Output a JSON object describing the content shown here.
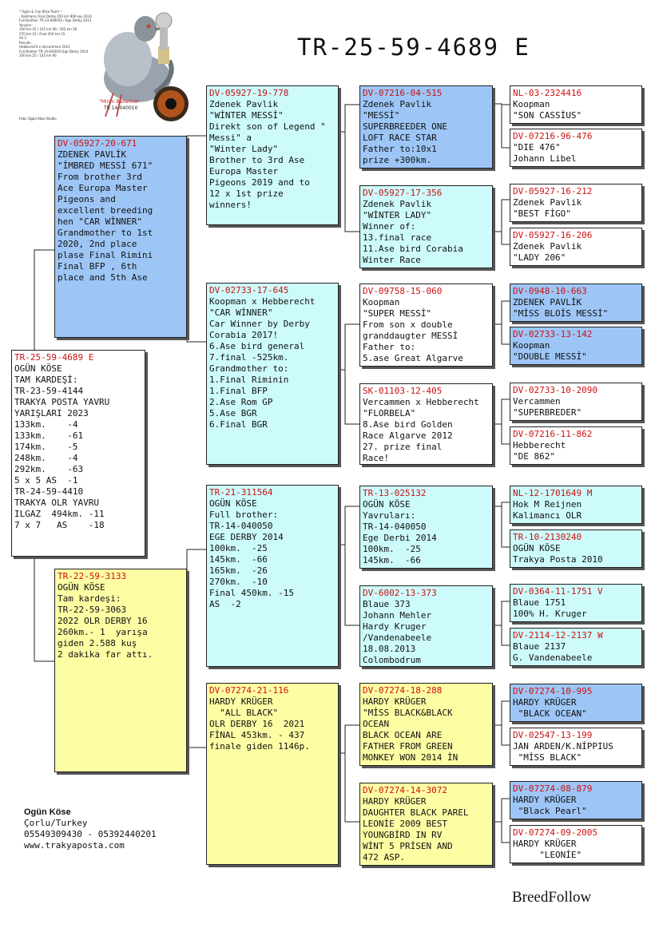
{
  "title": "TR-25-59-4689 E",
  "photo": {
    "caption_lines": [
      "* Ogün & Can Köse Team *",
      "- Kalimancı Final Derby 450 km 800 kuş 2014",
      "Full Brother: TR-14-040050 / Ege Derby 2013",
      "Yarışları:",
      "100 km 25 / 145 km 66 / 165 km 26",
      "270 km 10 / Final 450 km 15",
      "AS 2",
      "Results:",
      "Hebberecht x Vercammen 2012",
      "Full Brother TR-14-040050 Ege Derby 2014",
      "100 km 25 / 145 km 66"
    ],
    "ring_label": "\"Mirim Ballerina\"",
    "ring_number": "TR 14-040010",
    "credit": "Foto: Ogün Köse Studio"
  },
  "pedigree": {
    "gen1": {
      "code": "TR-25-59-4689 E",
      "lines": [
        "OGÜN KÖSE",
        "TAM KARDEŞİ:",
        "TR-23-59-4144",
        "TRAKYA POSTA YAVRU",
        "YARIŞLARI 2023",
        "133km.    -4",
        "133km.    -61",
        "174km.    -5",
        "248km.    -4",
        "292km.    -63",
        "5 x 5 AS  -1",
        "TR-24-59-4410",
        "TRAKYA OLR YAVRU",
        "ILGAZ  494km. -11",
        "7 x 7   AS    -18"
      ]
    },
    "sire": {
      "code": "DV-05927-20-671",
      "lines": [
        "ZDENEK PAVLİK",
        "\"İMBRED MESSİ 671\"",
        "From brother 3rd",
        "Ace Europa Master",
        "Pigeons and",
        "excellent breeding",
        "hen \"CAR WİNNER\"",
        "Grandmother to 1st",
        "2020, 2nd place",
        "plase Final Rimini",
        "Final BFP , 6th",
        "place and 5th Ase"
      ]
    },
    "dam": {
      "code": "TR-22-59-3133",
      "lines": [
        "OGÜN KÖSE",
        "Tam kardeşi:",
        "TR-22-59-3063",
        "2022 OLR DERBY 16",
        "260km.- 1  yarışa",
        "giden 2.588 kuş",
        "2 dakika far attı."
      ]
    },
    "ss": {
      "code": "DV-05927-19-778",
      "lines": [
        "Zdenek Pavlik",
        "\"WİNTER MESSİ\"",
        "Direkt son of Legend \"",
        "Messi\" a",
        "\"Winter Lady\"",
        "Brother to 3rd Ase",
        "Europa Master",
        "Pigeons 2019 and to",
        "12 x 1st prize",
        "winners!"
      ]
    },
    "sd": {
      "code": "DV-02733-17-645",
      "lines": [
        "Koopman x Hebberecht",
        "\"CAR WİNNER\"",
        "Car Winner by Derby",
        "Corabia 2017!",
        "6.Ase bird general",
        "7.final -525km.",
        "Grandmother to:",
        "1.Final Riminin",
        "1.Final BFP",
        "2.Ase Rom GP",
        "5.Ase BGR",
        "6.Final BGR"
      ]
    },
    "ds": {
      "code": "TR-21-311564",
      "lines": [
        "OGÜN KÖSE",
        "Full brother:",
        "TR-14-040050",
        "EGE DERBY 2014",
        "100km.  -25",
        "145km.  -66",
        "165km.  -26",
        "270km.  -10",
        "Final 450km. -15",
        "AS  -2"
      ]
    },
    "dd": {
      "code": "DV-07274-21-116",
      "lines": [
        "HARDY KRÜGER",
        "  \"ALL BLACK\"",
        "OLR DERBY 16  2021",
        "FİNAL 453km. - 437",
        "finale giden 1146p."
      ]
    },
    "sss": {
      "code": "DV-07216-04-515",
      "lines": [
        "Zdenek Pavlik",
        "\"MESSİ\"",
        "SUPERBREEDER ONE",
        "LOFT RACE STAR",
        "Father to:10x1",
        "prize +300km."
      ]
    },
    "ssd": {
      "code": "DV-05927-17-356",
      "lines": [
        "Zdenek Pavlik",
        "\"WİNTER LADY\"",
        "Winner of:",
        "13.final race",
        "11.Ase bird Corabia",
        "Winter Race"
      ]
    },
    "sds": {
      "code": "DV-09758-15-060",
      "lines": [
        "Koopman",
        "\"SUPER MESSİ\"",
        "From son x double",
        "granddaugter MESSİ",
        "Father to:",
        "5.ase Great Algarve"
      ]
    },
    "sdd": {
      "code": "SK-01103-12-405",
      "lines": [
        "Vercammen x Hebberecht",
        "\"FLORBELA\"",
        "8.Ase bird Golden",
        "Race Algarve 2012",
        "27. prize final",
        "Race!"
      ]
    },
    "dss": {
      "code": "TR-13-025132",
      "lines": [
        "OGÜN KÖSE",
        "Yavruları:",
        "TR-14-040050",
        "Ege Derbi 2014",
        "100km.  -25",
        "145km.  -66"
      ]
    },
    "dsd": {
      "code": "DV-6002-13-373",
      "lines": [
        "Blaue 373",
        "Johann Mehler",
        "Hardy Kruger",
        "/Vandenabeele",
        "18.08.2013",
        "Colombodrum"
      ]
    },
    "dds": {
      "code": "DV-07274-18-288",
      "lines": [
        "HARDY KRÜGER",
        "\"MİSS BLACK&BLACK",
        "OCEAN",
        "BLACK OCEAN ARE",
        "FATHER FROM GREEN",
        "MONKEY WON 2014 İN"
      ]
    },
    "ddd": {
      "code": "DV-07274-14-3072",
      "lines": [
        "HARDY KRÜGER",
        "DAUGHTER BLACK PAREL",
        "LEONİE 2009 BEST",
        "YOUNGBİRD IN RV",
        "WİNT 5 PRİSEN AND",
        "472 ASP."
      ]
    },
    "g5": [
      {
        "code": "NL-03-2324416",
        "lines": [
          "Koopman",
          "\"SON CASSİUS\""
        ]
      },
      {
        "code": "DV-07216-96-476",
        "lines": [
          "\"DIE 476\"",
          "Johann Libel"
        ]
      },
      {
        "code": "DV-05927-16-212",
        "lines": [
          "Zdenek Pavlik",
          "\"BEST FİGO\""
        ]
      },
      {
        "code": "DV-05927-16-206",
        "lines": [
          "Zdenek Pavlik",
          "\"LADY 206\""
        ]
      },
      {
        "code": "DV-0948-10-663",
        "lines": [
          "ZDENEK PAVLİK",
          "\"MİSS BLOİS MESSİ\""
        ]
      },
      {
        "code": "DV-02733-13-142",
        "lines": [
          "Koopman",
          "\"DOUBLE MESSİ\""
        ]
      },
      {
        "code": "DV-02733-10-2090",
        "lines": [
          "Vercammen",
          "\"SUPERBREDER\""
        ]
      },
      {
        "code": "DV-07216-11-862",
        "lines": [
          "Hebberecht",
          "\"DE 862\""
        ]
      },
      {
        "code": "NL-12-1701649 M",
        "lines": [
          "Hok M Reijnen",
          "Kalimancı OLR"
        ]
      },
      {
        "code": "TR-10-2130240",
        "lines": [
          "OGÜN KÖSE",
          "Trakya Posta 2010"
        ]
      },
      {
        "code": "DV-0364-11-1751 V",
        "lines": [
          "Blaue 1751",
          "100% H. Kruger"
        ]
      },
      {
        "code": "DV-2114-12-2137 W",
        "lines": [
          "Blaue 2137",
          "G. Vandenabeele"
        ]
      },
      {
        "code": "DV-07274-10-995",
        "lines": [
          "HARDY KRÜGER",
          " \"BLACK OCEAN\""
        ]
      },
      {
        "code": "DV-02547-13-199",
        "lines": [
          "JAN ARDEN/K.NİPPIUS",
          " \"MİSS BLACK\""
        ]
      },
      {
        "code": "DV-07274-08-879",
        "lines": [
          "HARDY KRÜGER",
          " \"Black Pearl\""
        ]
      },
      {
        "code": "DV-07274-09-2005",
        "lines": [
          "HARDY KRÜGER",
          "     \"LEONİE\""
        ]
      }
    ]
  },
  "footer": {
    "name": "Ogün Köse",
    "location": "Çorlu/Turkey",
    "phones": "05549309430 - 05392440201",
    "website": "www.trakyaposta.com"
  },
  "brand": "BreedFollow",
  "colors": {
    "blue": "#9dc6f6",
    "cyan": "#cdfbfb",
    "yellow": "#fdfda4",
    "white": "#ffffff",
    "code_red": "#cc1111"
  }
}
